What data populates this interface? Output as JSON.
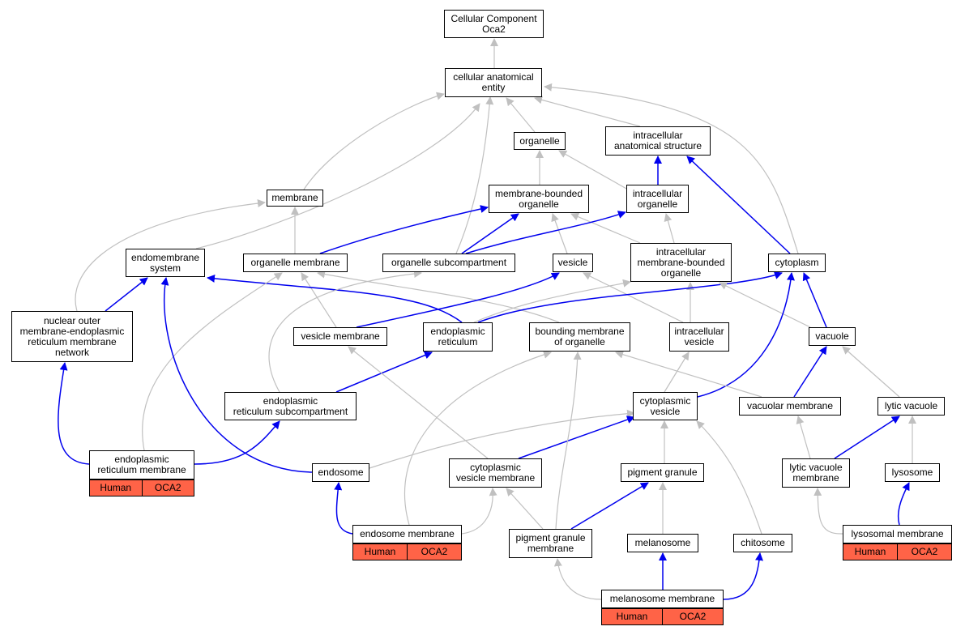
{
  "colors": {
    "is_a_edge": "#c0c0c0",
    "part_of_edge": "#0000ee",
    "annotation_fill": "#FF6347",
    "node_border": "#000000"
  },
  "nodes": {
    "root": "Cellular Component\nOca2",
    "cae": "cellular anatomical\nentity",
    "organelle": "organelle",
    "ias": "intracellular\nanatomical structure",
    "membrane": "membrane",
    "mbo": "membrane-bounded\norganelle",
    "io": "intracellular\norganelle",
    "endomembrane": "endomembrane\nsystem",
    "om": "organelle membrane",
    "osub": "organelle subcompartment",
    "vesicle": "vesicle",
    "imbo": "intracellular\nmembrane-bounded\norganelle",
    "cytoplasm": "cytoplasm",
    "nuclear": "nuclear outer\nmembrane-endoplasmic\nreticulum membrane\nnetwork",
    "vm": "vesicle membrane",
    "er": "endoplasmic\nreticulum",
    "bmo": "bounding membrane\nof organelle",
    "iv": "intracellular\nvesicle",
    "vacuole": "vacuole",
    "ersub": "endoplasmic\nreticulum subcompartment",
    "cv": "cytoplasmic\nvesicle",
    "vacm": "vacuolar membrane",
    "lv": "lytic vacuole",
    "erm": "endoplasmic\nreticulum membrane",
    "endosome": "endosome",
    "cvm": "cytoplasmic\nvesicle membrane",
    "pg": "pigment granule",
    "lvm": "lytic vacuole\nmembrane",
    "lysosome": "lysosome",
    "em": "endosome membrane",
    "pgm": "pigment granule\nmembrane",
    "melanosome": "melanosome",
    "chitosome": "chitosome",
    "lm": "lysosomal membrane",
    "mm": "melanosome membrane"
  },
  "annotations": {
    "erm": [
      "Human",
      "OCA2"
    ],
    "em": [
      "Human",
      "OCA2"
    ],
    "lm": [
      "Human",
      "OCA2"
    ],
    "mm": [
      "Human",
      "OCA2"
    ]
  }
}
